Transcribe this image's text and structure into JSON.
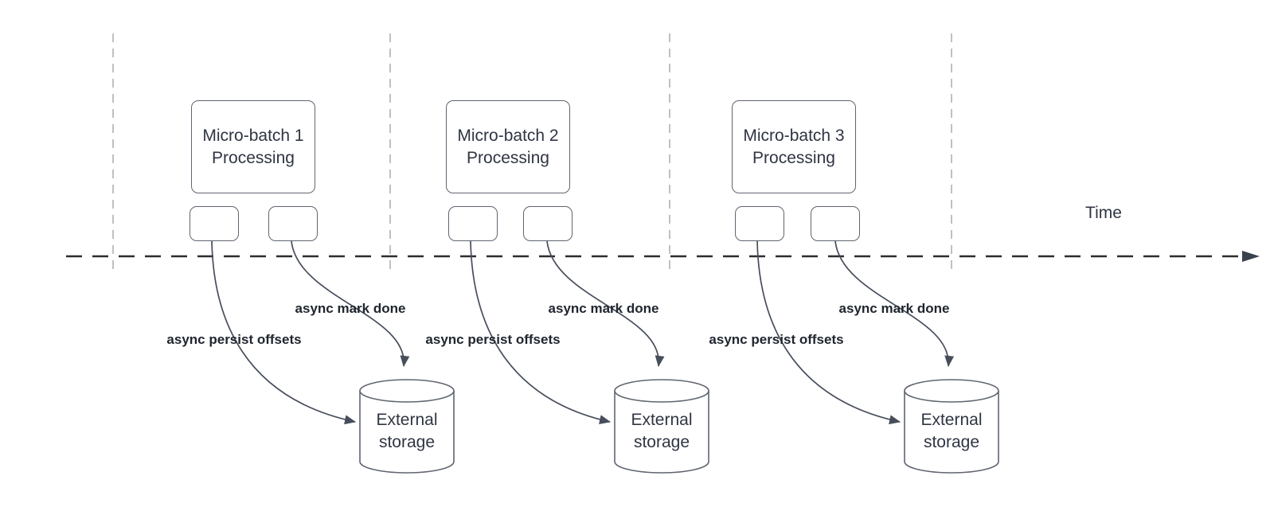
{
  "diagram": {
    "time_axis_label": "Time",
    "batches": [
      {
        "title": "Micro-batch 1\nProcessing",
        "persist_label": "async persist offsets",
        "done_label": "async mark done",
        "storage_label": "External\nstorage"
      },
      {
        "title": "Micro-batch 2\nProcessing",
        "persist_label": "async persist offsets",
        "done_label": "async mark done",
        "storage_label": "External\nstorage"
      },
      {
        "title": "Micro-batch 3\nProcessing",
        "persist_label": "async persist offsets",
        "done_label": "async mark done",
        "storage_label": "External\nstorage"
      }
    ],
    "colors": {
      "text": "#2f3542",
      "label": "#20262f",
      "box_border": "#5f6570",
      "connector": "#474e5b",
      "timeline": "#2d2d2d",
      "timeline_head": "#3a414c",
      "guide": "#ababab"
    }
  }
}
